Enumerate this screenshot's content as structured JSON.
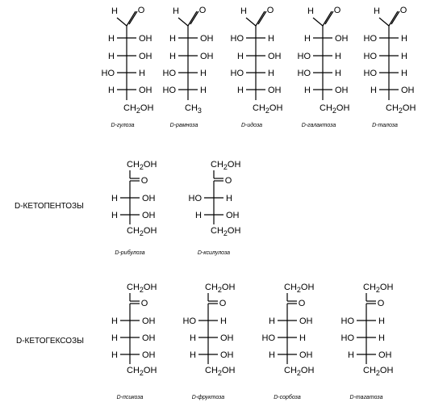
{
  "aldoses": [
    {
      "caption": "D-гулоза",
      "rows": [
        [
          "H",
          "OH"
        ],
        [
          "H",
          "OH"
        ],
        [
          "HO",
          "H"
        ],
        [
          "H",
          "OH"
        ]
      ],
      "bottom": "CH2OH"
    },
    {
      "caption": "D-рамноза",
      "rows": [
        [
          "H",
          "OH"
        ],
        [
          "H",
          "OH"
        ],
        [
          "HO",
          "H"
        ],
        [
          "HO",
          "H"
        ]
      ],
      "bottom": "CH3"
    },
    {
      "caption": "D-идоза",
      "rows": [
        [
          "HO",
          "H"
        ],
        [
          "H",
          "OH"
        ],
        [
          "HO",
          "H"
        ],
        [
          "H",
          "OH"
        ]
      ],
      "bottom": "CH2OH"
    },
    {
      "caption": "D-галактоза",
      "rows": [
        [
          "H",
          "OH"
        ],
        [
          "HO",
          "H"
        ],
        [
          "HO",
          "H"
        ],
        [
          "H",
          "OH"
        ]
      ],
      "bottom": "CH2OH"
    },
    {
      "caption": "D-талоза",
      "rows": [
        [
          "HO",
          "H"
        ],
        [
          "HO",
          "H"
        ],
        [
          "HO",
          "H"
        ],
        [
          "H",
          "OH"
        ]
      ],
      "bottom": "CH2OH"
    }
  ],
  "ketopentoses": {
    "title": "D-КЕТОПЕНТОЗЫ",
    "items": [
      {
        "caption": "D-рибулоза",
        "rows": [
          [
            "H",
            "OH"
          ],
          [
            "H",
            "OH"
          ]
        ]
      },
      {
        "caption": "D-ксилулоза",
        "rows": [
          [
            "HO",
            "H"
          ],
          [
            "H",
            "OH"
          ]
        ]
      }
    ]
  },
  "ketohexoses": {
    "title": "D-КЕТОГЕКСОЗЫ",
    "items": [
      {
        "caption": "D-псикоза",
        "rows": [
          [
            "H",
            "OH"
          ],
          [
            "H",
            "OH"
          ],
          [
            "H",
            "OH"
          ]
        ]
      },
      {
        "caption": "D-фруктоза",
        "rows": [
          [
            "HO",
            "H"
          ],
          [
            "H",
            "OH"
          ],
          [
            "H",
            "OH"
          ]
        ]
      },
      {
        "caption": "D-сорбоза",
        "rows": [
          [
            "H",
            "OH"
          ],
          [
            "HO",
            "H"
          ],
          [
            "H",
            "OH"
          ]
        ]
      },
      {
        "caption": "D-тагатоза",
        "rows": [
          [
            "HO",
            "H"
          ],
          [
            "HO",
            "H"
          ],
          [
            "H",
            "OH"
          ]
        ]
      }
    ]
  },
  "labels": {
    "aldehyde_h": "H",
    "oxygen": "O",
    "ketone_top": "CH2OH",
    "ketone_bottom": "CH2OH"
  }
}
